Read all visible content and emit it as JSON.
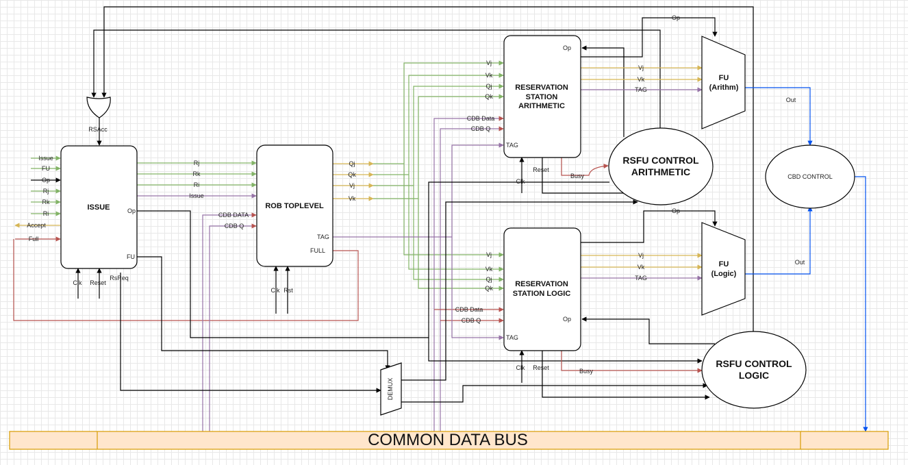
{
  "colors": {
    "green": "#82b366",
    "yellow": "#d6b656",
    "purple": "#9673a6",
    "red": "#b85450",
    "blue": "#0050ef",
    "black": "#000000",
    "bus_fill": "#ffe6cc",
    "bus_stroke": "#d79b00"
  },
  "blocks": {
    "issue": "ISSUE",
    "rob": "ROB TOPLEVEL",
    "rs_arith": [
      "RESERVATION",
      "STATION",
      "ARITHMETIC"
    ],
    "rs_logic": [
      "RESERVATION",
      "STATION LOGIC"
    ],
    "rsfu_arith": [
      "RSFU CONTROL",
      "ARITHMETIC"
    ],
    "rsfu_logic": [
      "RSFU CONTROL",
      "LOGIC"
    ],
    "cbd_control": "CBD CONTROL",
    "fu_arith": [
      "FU",
      "(Arithm)"
    ],
    "fu_logic": [
      "FU",
      "(Logic)"
    ],
    "demux": "DEMUX",
    "bus": "COMMON DATA BUS"
  },
  "issue_inputs": [
    "Issue",
    "FU",
    "Op",
    "Rj",
    "Rk",
    "Ri"
  ],
  "issue_outputs": {
    "accept": "Accept",
    "full": "Full",
    "op": "Op",
    "fu": "FU",
    "clk": "Clk",
    "reset": "Reset",
    "rsreq": "RsReq",
    "rsacc": "RSAcc"
  },
  "rob_inputs": [
    "Rj",
    "Rk",
    "Ri",
    "Issue"
  ],
  "rob_cdb": [
    "CDB DATA",
    "CDB Q"
  ],
  "rob_outputs": [
    "Qj",
    "Qk",
    "Vj",
    "Vk"
  ],
  "rob_ports": {
    "tag": "TAG",
    "full": "FULL",
    "clk": "Clk",
    "rst": "Rst"
  },
  "rs_inputs": [
    "Vj",
    "Vk",
    "Qj",
    "Qk"
  ],
  "rs_cdb": [
    "CDB Data",
    "CDB Q"
  ],
  "rs_ports": {
    "op": "Op",
    "tag": "TAG",
    "clk": "Clk",
    "reset": "Reset",
    "busy": "Busy"
  },
  "fu_inputs": [
    "Vj",
    "Vk",
    "TAG"
  ],
  "fu_ports": {
    "op": "Op",
    "out": "Out"
  }
}
